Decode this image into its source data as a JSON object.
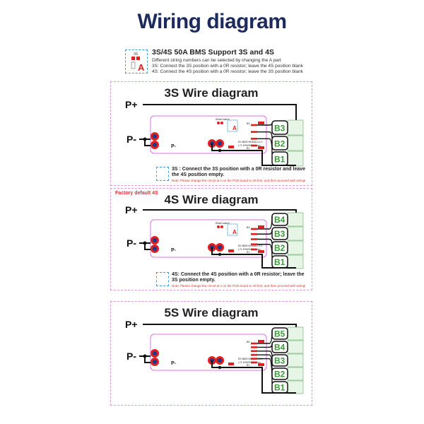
{
  "title": "Wiring diagram",
  "info": {
    "heading": "3S/4S 50A BMS Support 3S and 4S",
    "lines": [
      "Different string numbers can be selected by changing the A part",
      "3S: Connect the 3S position with a 0R resistor; leave the 4S position blank",
      "4S: Connect the 4S position with a 0R resistor; leave the 3S position blank"
    ],
    "icon_label": "A",
    "icon_top": "3S",
    "icon_side": "4S"
  },
  "terminals": {
    "p_plus": "P+",
    "p_minus": "P-",
    "board_p_minus": "P-",
    "reset_switch": "Reset switch",
    "board_code": "EK-BMS+6S50A-V1.0",
    "board_code2": "L71.5*W29*T7.2mm"
  },
  "panels": [
    {
      "title": "3S Wire diagram",
      "cells": [
        "B3",
        "B2",
        "B1"
      ],
      "pin_top": "B4",
      "pin_bottom": "B1",
      "note": "3S : Connect the 3S position with a 0R resistor and leave the 4S position empty.",
      "note_red": "Note: Please change the circuit at A on the PCB board to 3S first, and then proceed with wiring!"
    },
    {
      "title": "4S Wire diagram",
      "badge": "Factory default 4S",
      "cells": [
        "B4",
        "B3",
        "B2",
        "B1"
      ],
      "pin_top": "B4",
      "pin_bottom": "B1",
      "note": "4S: Connect the 4S position with a 0R resistor; leave the 3S position empty.",
      "note_red": "Note: Please change the circuit at A on the PCB board to 4S first, and then proceed with wiring!"
    },
    {
      "title": "5S Wire diagram",
      "cells": [
        "B5",
        "B4",
        "B3",
        "B2",
        "B1"
      ],
      "pin_top": "B5",
      "pin_bottom": "B1"
    }
  ],
  "colors": {
    "title": "#1d2b5c",
    "panel_border": "#d79ad8",
    "board_border": "#e070e0",
    "cell_text": "#3a9a3a",
    "cell_fill": "#e6f5e6",
    "pad_red": "#e02020",
    "pad_blue": "#1d3a8a",
    "note_red": "#e03030"
  }
}
